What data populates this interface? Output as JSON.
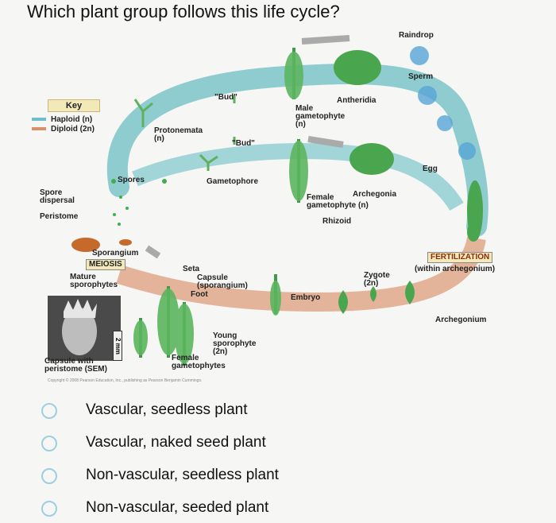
{
  "question": "Which plant group follows this life cycle?",
  "diagram": {
    "key": {
      "title": "Key",
      "haploid": "Haploid (n)",
      "diploid": "Diploid (2n)",
      "haploid_color": "#6fbccc",
      "diploid_color": "#d98f6a"
    },
    "labels": {
      "raindrop": "Raindrop",
      "sperm": "Sperm",
      "antheridia": "Antheridia",
      "male_gametophyte": "Male\ngametophyte\n(n)",
      "bud_top": "\"Bud\"",
      "bud_mid": "\"Bud\"",
      "protonemata": "Protonemata\n(n)",
      "spores": "Spores",
      "gametophore": "Gametophore",
      "spore_dispersal": "Spore\ndispersal",
      "peristome": "Peristome",
      "sporangium": "Sporangium",
      "meiosis": "MEIOSIS",
      "mature_sporophytes": "Mature\nsporophytes",
      "seta": "Seta",
      "capsule": "Capsule\n(sporangium)",
      "foot": "Foot",
      "egg": "Egg",
      "female_gametophyte": "Female\ngametophyte (n)",
      "archegonia": "Archegonia",
      "rhizoid": "Rhizoid",
      "fertilization": "FERTILIZATION",
      "within_archegonium": "(within archegonium)",
      "zygote": "Zygote\n(2n)",
      "embryo": "Embryo",
      "archegonium": "Archegonium",
      "young_sporophyte": "Young\nsporophyte\n(2n)",
      "female_gametophytes": "Female\ngametophytes",
      "capsule_sem": "Capsule with\nperistome (SEM)",
      "scale": "2 mm",
      "copyright": "Copyright © 2008 Pearson Education, Inc., publishing as Pearson Benjamin Cummings."
    }
  },
  "options": [
    {
      "label": "Vascular, seedless plant",
      "selected": false
    },
    {
      "label": "Vascular, naked seed plant",
      "selected": false
    },
    {
      "label": "Non-vascular, seedless plant",
      "selected": false
    },
    {
      "label": "Non-vascular, seeded plant",
      "selected": false
    }
  ]
}
